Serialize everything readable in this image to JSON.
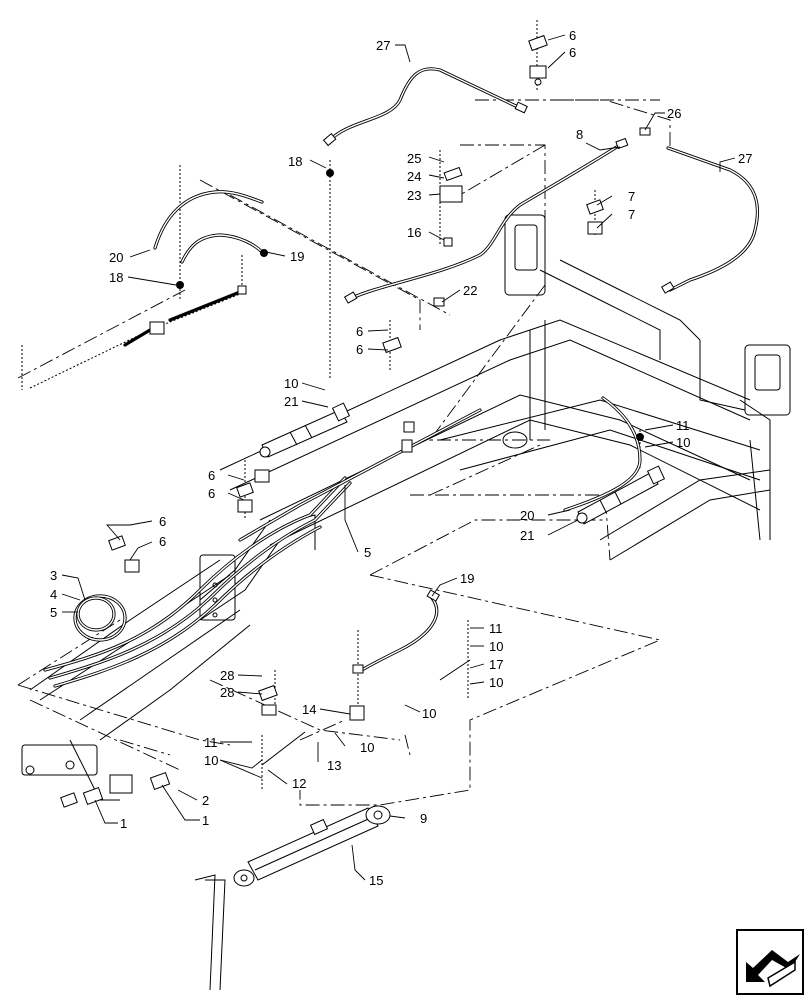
{
  "callouts": [
    {
      "id": "c27a",
      "text": "27"
    },
    {
      "id": "c27b",
      "text": "27"
    },
    {
      "id": "c26",
      "text": "26"
    },
    {
      "id": "c6a",
      "text": "6"
    },
    {
      "id": "c6b",
      "text": "6"
    },
    {
      "id": "c8",
      "text": "8"
    },
    {
      "id": "c18a",
      "text": "18"
    },
    {
      "id": "c25",
      "text": "25"
    },
    {
      "id": "c24",
      "text": "24"
    },
    {
      "id": "c23",
      "text": "23"
    },
    {
      "id": "c7a",
      "text": "7"
    },
    {
      "id": "c7b",
      "text": "7"
    },
    {
      "id": "c16",
      "text": "16"
    },
    {
      "id": "c20a",
      "text": "20"
    },
    {
      "id": "c19a",
      "text": "19"
    },
    {
      "id": "c18b",
      "text": "18"
    },
    {
      "id": "c22",
      "text": "22"
    },
    {
      "id": "c6c",
      "text": "6"
    },
    {
      "id": "c6d",
      "text": "6"
    },
    {
      "id": "c10a",
      "text": "10"
    },
    {
      "id": "c21a",
      "text": "21"
    },
    {
      "id": "c11a",
      "text": "11"
    },
    {
      "id": "c10b",
      "text": "10"
    },
    {
      "id": "c6e",
      "text": "6"
    },
    {
      "id": "c6f",
      "text": "6"
    },
    {
      "id": "c6g",
      "text": "6"
    },
    {
      "id": "c6h",
      "text": "6"
    },
    {
      "id": "c20b",
      "text": "20"
    },
    {
      "id": "c21b",
      "text": "21"
    },
    {
      "id": "c5a",
      "text": "5"
    },
    {
      "id": "c3",
      "text": "3"
    },
    {
      "id": "c4",
      "text": "4"
    },
    {
      "id": "c5b",
      "text": "5"
    },
    {
      "id": "c19b",
      "text": "19"
    },
    {
      "id": "c11b",
      "text": "11"
    },
    {
      "id": "c10c",
      "text": "10"
    },
    {
      "id": "c17",
      "text": "17"
    },
    {
      "id": "c10d",
      "text": "10"
    },
    {
      "id": "c28a",
      "text": "28"
    },
    {
      "id": "c28b",
      "text": "28"
    },
    {
      "id": "c14",
      "text": "14"
    },
    {
      "id": "c10e",
      "text": "10"
    },
    {
      "id": "c10f",
      "text": "10"
    },
    {
      "id": "c11c",
      "text": "11"
    },
    {
      "id": "c10g",
      "text": "10"
    },
    {
      "id": "c13",
      "text": "13"
    },
    {
      "id": "c12",
      "text": "12"
    },
    {
      "id": "c2",
      "text": "2"
    },
    {
      "id": "c1a",
      "text": "1"
    },
    {
      "id": "c1b",
      "text": "1"
    },
    {
      "id": "c9",
      "text": "9"
    },
    {
      "id": "c15",
      "text": "15"
    }
  ],
  "nav_icon": "arrow-return-icon"
}
